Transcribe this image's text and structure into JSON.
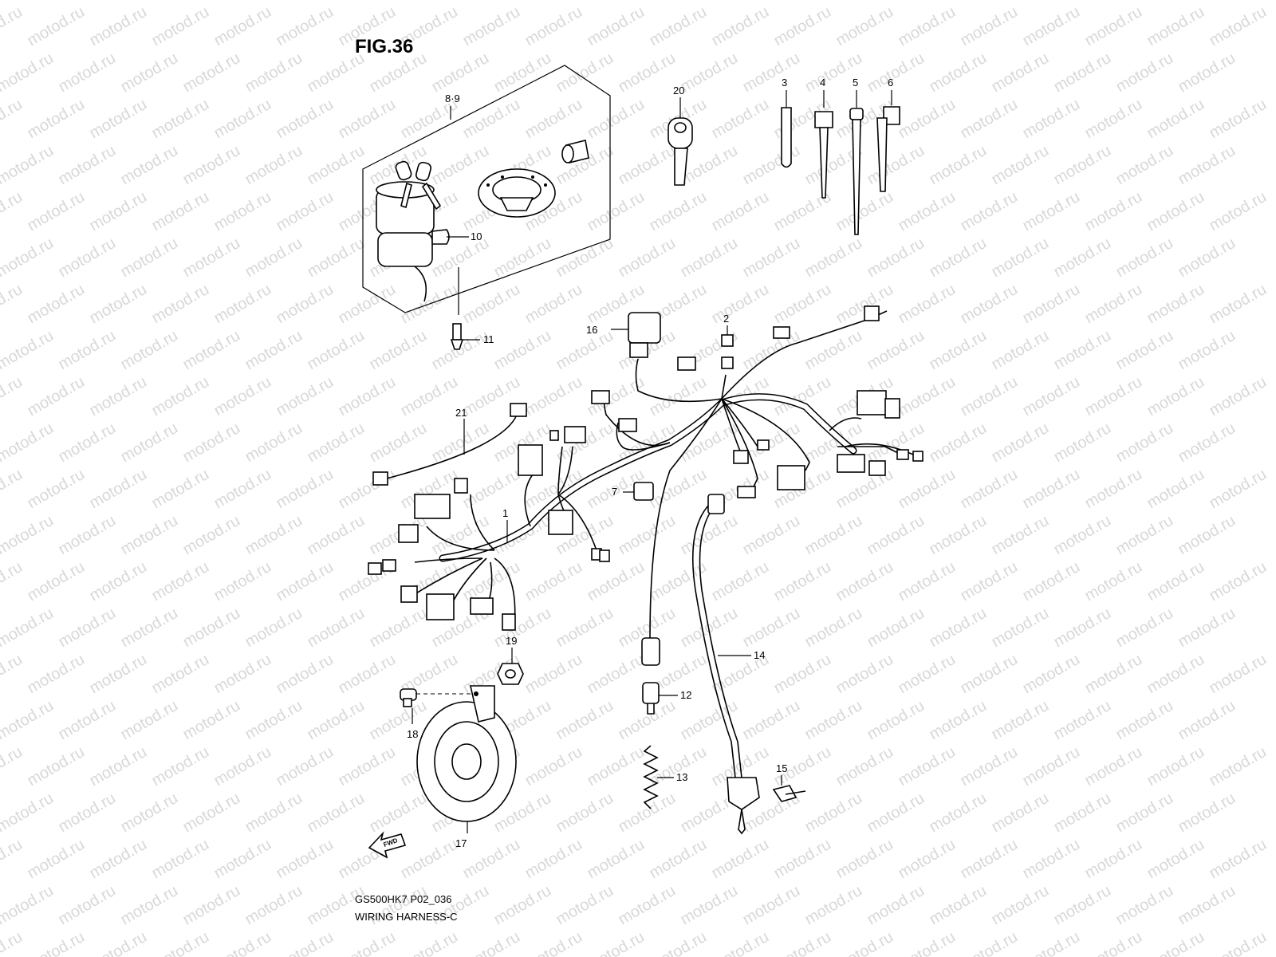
{
  "figure": {
    "title": "FIG.36",
    "model_code": "GS500HK7 P02_036",
    "caption": "WIRING HARNESS-C",
    "watermark": "motod.ru"
  },
  "fwd_arrow_label": "FWD",
  "callouts": [
    {
      "id": "1",
      "label": "1"
    },
    {
      "id": "2",
      "label": "2"
    },
    {
      "id": "3",
      "label": "3"
    },
    {
      "id": "4",
      "label": "4"
    },
    {
      "id": "5",
      "label": "5"
    },
    {
      "id": "6",
      "label": "6"
    },
    {
      "id": "7",
      "label": "7"
    },
    {
      "id": "8-9",
      "label": "8·9"
    },
    {
      "id": "10",
      "label": "10"
    },
    {
      "id": "11",
      "label": "11"
    },
    {
      "id": "12",
      "label": "12"
    },
    {
      "id": "13",
      "label": "13"
    },
    {
      "id": "14",
      "label": "14"
    },
    {
      "id": "15",
      "label": "15"
    },
    {
      "id": "16",
      "label": "16"
    },
    {
      "id": "17",
      "label": "17"
    },
    {
      "id": "18",
      "label": "18"
    },
    {
      "id": "19",
      "label": "19"
    },
    {
      "id": "20",
      "label": "20"
    },
    {
      "id": "21",
      "label": "21"
    }
  ]
}
